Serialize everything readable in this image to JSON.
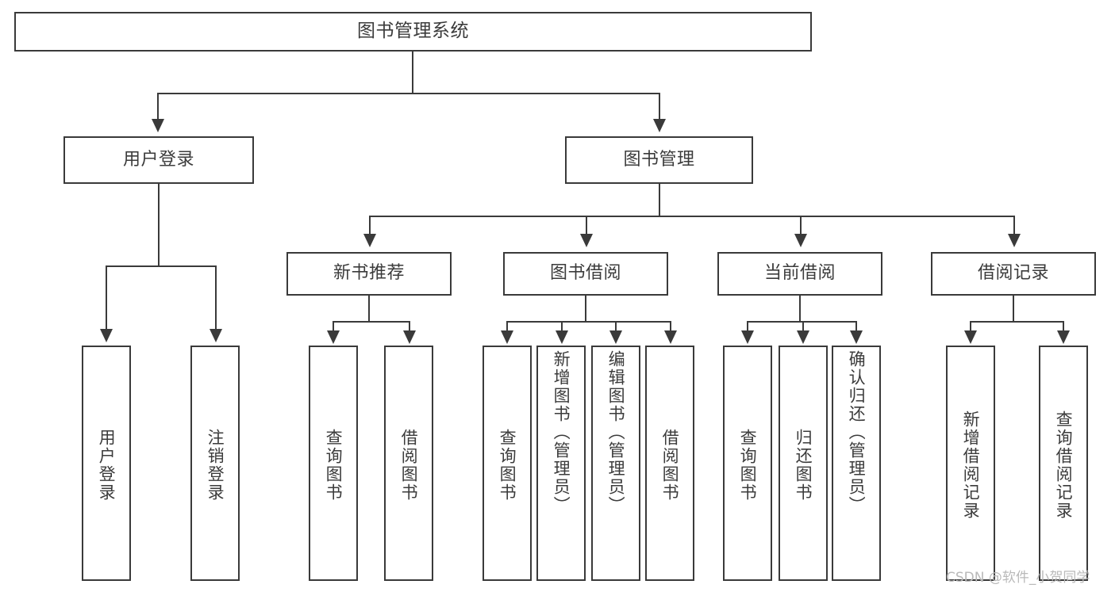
{
  "diagram": {
    "title": "图书管理系统",
    "type": "tree-hierarchy",
    "nodes": {
      "root": {
        "label": "图书管理系统"
      },
      "level1": [
        {
          "id": "user-login",
          "label": "用户登录"
        },
        {
          "id": "book-manage",
          "label": "图书管理"
        }
      ],
      "level2": [
        {
          "id": "new-book-rec",
          "label": "新书推荐"
        },
        {
          "id": "book-borrow",
          "label": "图书借阅"
        },
        {
          "id": "current-borrow",
          "label": "当前借阅"
        },
        {
          "id": "borrow-record",
          "label": "借阅记录"
        }
      ],
      "leaves": [
        {
          "id": "leaf-user-login",
          "label": "用户登录"
        },
        {
          "id": "leaf-logout",
          "label": "注销登录"
        },
        {
          "id": "leaf-query-book-1",
          "label": "查询图书"
        },
        {
          "id": "leaf-borrow-book-1",
          "label": "借阅图书"
        },
        {
          "id": "leaf-query-book-2",
          "label": "查询图书"
        },
        {
          "id": "leaf-add-book",
          "label": "新增图书（管理员）"
        },
        {
          "id": "leaf-edit-book",
          "label": "编辑图书（管理员）"
        },
        {
          "id": "leaf-borrow-book-2",
          "label": "借阅图书"
        },
        {
          "id": "leaf-query-book-3",
          "label": "查询图书"
        },
        {
          "id": "leaf-return-book",
          "label": "归还图书"
        },
        {
          "id": "leaf-confirm-return",
          "label": "确认归还（管理员）"
        },
        {
          "id": "leaf-add-record",
          "label": "新增借阅记录"
        },
        {
          "id": "leaf-query-record",
          "label": "查询借阅记录"
        }
      ]
    },
    "colors": {
      "stroke": "#3a3a3a",
      "text": "#3b3b3b",
      "background": "#ffffff",
      "watermark": "#b9b9b9"
    }
  },
  "watermark": {
    "text": "CSDN @软件_小贺同学"
  }
}
